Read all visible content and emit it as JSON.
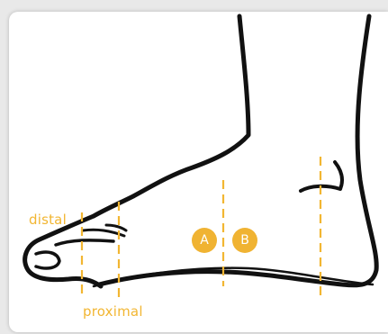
{
  "labels": {
    "distal": "distal",
    "proximal": "proximal",
    "marker_a": "A",
    "marker_b": "B"
  },
  "colors": {
    "accent": "#f2b632",
    "badge": "#f0b332",
    "outline": "#111111",
    "card": "#ffffff",
    "background": "#e9e9e9"
  }
}
